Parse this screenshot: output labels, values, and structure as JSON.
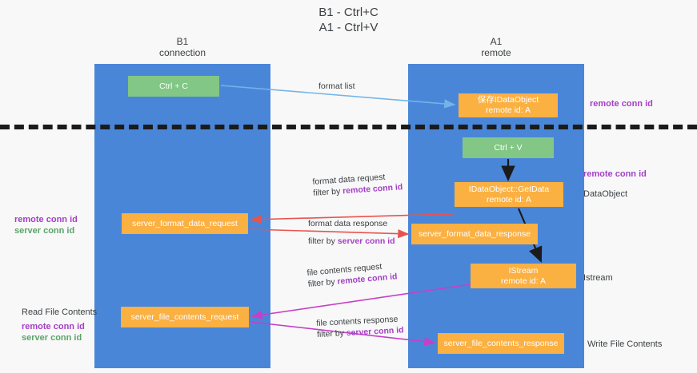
{
  "title": "B1 - Ctrl+C\nA1 - Ctrl+V",
  "colors": {
    "lane": "#4a86d8",
    "node_green": "#82c785",
    "node_orange": "#fbb042",
    "accent_purple": "#a43fc7",
    "accent_green": "#5aa469",
    "arrow_blue": "#73b4e7",
    "arrow_red": "#e8534f",
    "arrow_magenta": "#c73fc7",
    "arrow_black": "#1b1b1b",
    "background": "#f8f8f8"
  },
  "columns": [
    {
      "id": "b1",
      "line1": "B1",
      "line2": "connection"
    },
    {
      "id": "a1",
      "line1": "A1",
      "line2": "remote"
    }
  ],
  "nodes": {
    "ctrl_c": {
      "line1": "Ctrl + C",
      "line2": ""
    },
    "idataobject": {
      "line1": "保存IDataObject",
      "line2": "remote id: A"
    },
    "ctrl_v": {
      "line1": "Ctrl + V",
      "line2": ""
    },
    "getdata": {
      "line1": "IDataObject::GetData",
      "line2": "remote id: A"
    },
    "fmt_request": {
      "line1": "server_format_data_request",
      "line2": ""
    },
    "fmt_response": {
      "line1": "server_format_data_response",
      "line2": ""
    },
    "istream": {
      "line1": "IStream",
      "line2": "remote id: A"
    },
    "file_request": {
      "line1": "server_file_contents_request",
      "line2": ""
    },
    "file_response": {
      "line1": "server_file_contents_response",
      "line2": ""
    }
  },
  "edge_labels": {
    "format_list": "format list",
    "format_data_request": "format data request",
    "format_data_request_filter_prefix": "filter by ",
    "format_data_request_filter_key": "remote conn id",
    "format_data_response": "format data response",
    "format_data_response_filter_prefix": "filter by ",
    "format_data_response_filter_key": "server conn id",
    "file_contents_request": "file contents request",
    "file_contents_request_filter_prefix": "filter by ",
    "file_contents_request_filter_key": "remote conn id",
    "file_contents_response": "file contents response",
    "file_contents_response_filter_prefix": "filter by ",
    "file_contents_response_filter_key": "server conn id"
  },
  "side_labels": {
    "remote_conn_id_top": "remote conn id",
    "remote_conn_id_mid": "remote conn id",
    "dataobject": "DataObject",
    "istream": "Istream",
    "write_file_contents": "Write File Contents",
    "read_file_contents": "Read File Contents",
    "left_remote_conn_id_1": "remote conn id",
    "left_server_conn_id_1": "server conn id",
    "left_remote_conn_id_2": "remote conn id",
    "left_server_conn_id_2": "server conn id"
  }
}
